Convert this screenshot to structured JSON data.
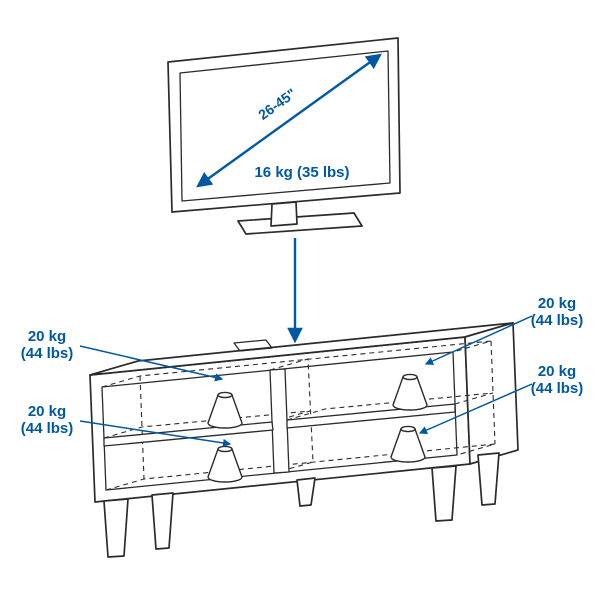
{
  "colors": {
    "accent_blue": "#0058a3",
    "line": "#2b2b2b",
    "background": "#ffffff"
  },
  "icons": {
    "max_load_cone": "truncated-cone-weight-marker",
    "measure_arrow": "double-headed-arrow",
    "down_arrow": "single-headed-arrow"
  },
  "diagram": {
    "tv": {
      "size_range_label": "26-45\"",
      "max_weight_label": "16 kg (35 lbs)"
    },
    "capacity_labels": {
      "left_top": {
        "line1": "20 kg",
        "line2": "(44 lbs)"
      },
      "left_bottom": {
        "line1": "20 kg",
        "line2": "(44 lbs)"
      },
      "right_top": {
        "line1": "20 kg",
        "line2": "(44 lbs)"
      },
      "right_bottom": {
        "line1": "20 kg",
        "line2": "(44 lbs)"
      }
    }
  }
}
